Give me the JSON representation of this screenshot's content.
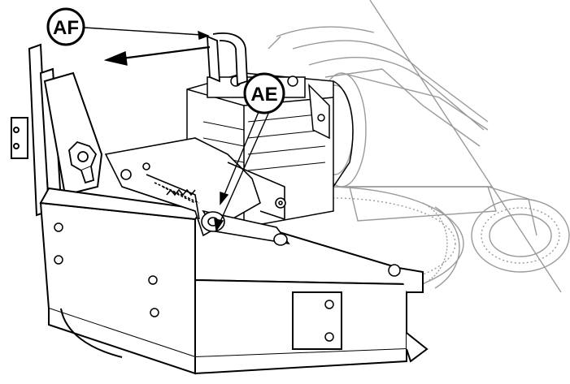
{
  "callouts": [
    {
      "id": "af",
      "label": "AF"
    },
    {
      "id": "ae",
      "label": "AE"
    }
  ],
  "colors": {
    "line": "#000000",
    "light_line": "#9a9a9a",
    "background": "#ffffff"
  }
}
